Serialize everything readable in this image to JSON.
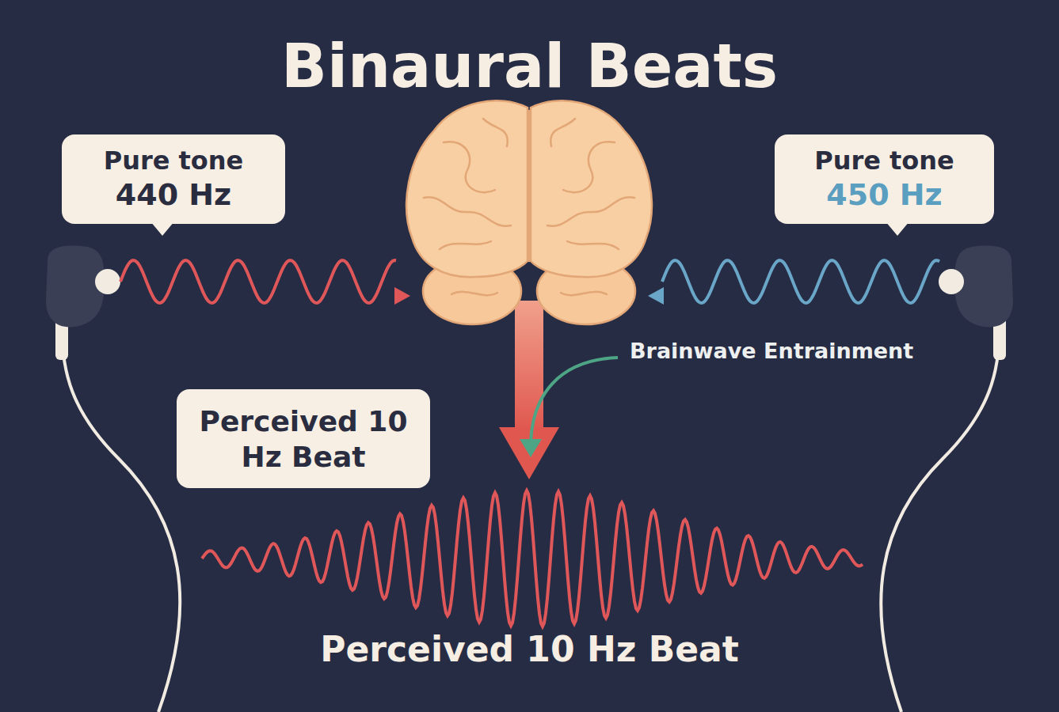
{
  "diagram": {
    "title": "Binaural Beats",
    "nodes": [
      {
        "text": [
          "Pure tone",
          "440 Hz"
        ]
      },
      {
        "text": [
          "Pure tone",
          "450 Hz"
        ]
      },
      {
        "text": [
          "Perceived 10 Hz Beat"
        ]
      }
    ],
    "labels": [
      "Brainwave Entrainment",
      "Perceived 10 Hz Beat"
    ]
  }
}
